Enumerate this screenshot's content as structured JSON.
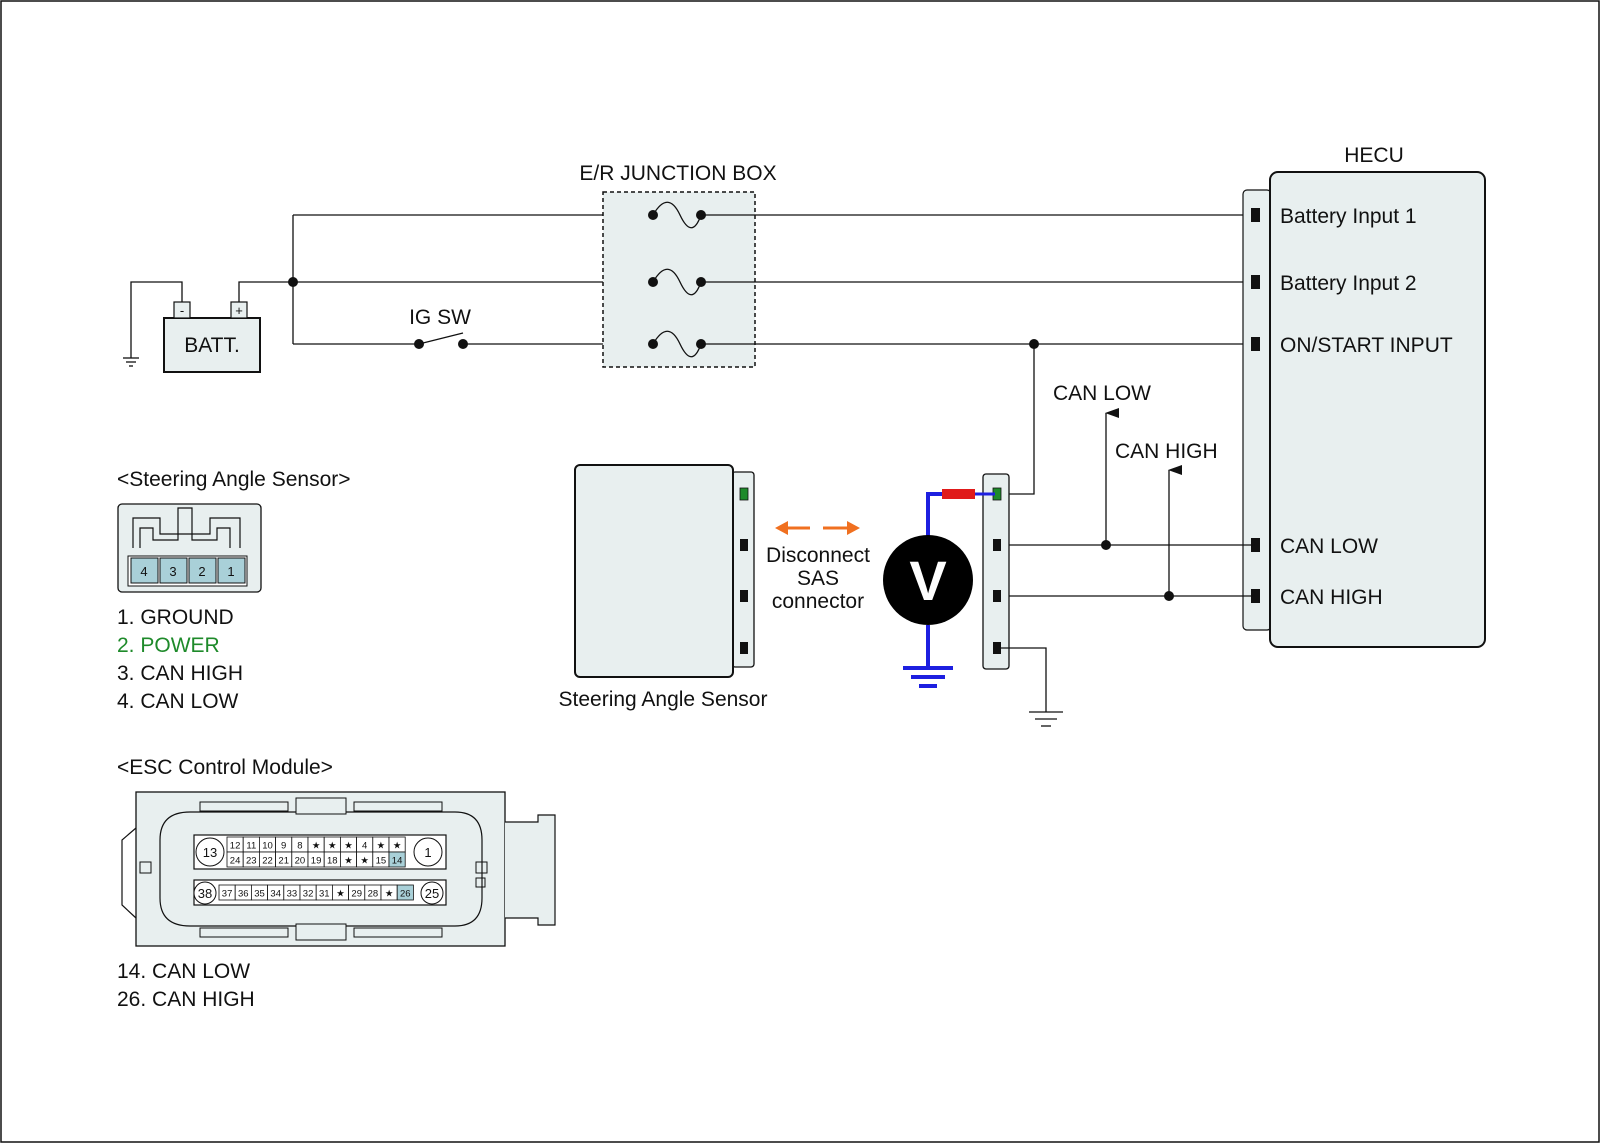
{
  "colors": {
    "panel_fill": "#e8efef",
    "pin_highlight": "#a9d0d8",
    "power_green": "#1e8a2a",
    "probe_blue": "#1d1fe0",
    "probe_red": "#e01a1a",
    "arrow_orange": "#f07020"
  },
  "junction_box": {
    "title": "E/R JUNCTION BOX"
  },
  "battery": {
    "label": "BATT.",
    "neg": "-",
    "pos": "+"
  },
  "ig_switch": {
    "label": "IG SW"
  },
  "hecu": {
    "title": "HECU",
    "pins": [
      "Battery Input 1",
      "Battery Input 2",
      "ON/START INPUT",
      "CAN LOW",
      "CAN HIGH"
    ]
  },
  "bus": {
    "can_low": "CAN LOW",
    "can_high": "CAN HIGH"
  },
  "sas": {
    "caption": "Steering Angle Sensor",
    "disconnect": [
      "Disconnect",
      "SAS",
      "connector"
    ]
  },
  "voltmeter": {
    "label": "V"
  },
  "sas_connector": {
    "title": "<Steering Angle Sensor>",
    "pin_numbers": [
      "4",
      "3",
      "2",
      "1"
    ],
    "legend": [
      "1. GROUND",
      "2. POWER",
      "3. CAN HIGH",
      "4. CAN LOW"
    ]
  },
  "esc_connector": {
    "title": "<ESC Control Module>",
    "big_pins": [
      "13",
      "1",
      "38",
      "25"
    ],
    "row1": [
      "12",
      "11",
      "10",
      "9",
      "8",
      "★",
      "★",
      "★",
      "4",
      "★",
      "★"
    ],
    "row2": [
      "24",
      "23",
      "22",
      "21",
      "20",
      "19",
      "18",
      "★",
      "★",
      "15",
      "14"
    ],
    "row3": [
      "37",
      "36",
      "35",
      "34",
      "33",
      "32",
      "31",
      "★",
      "29",
      "28",
      "★",
      "26"
    ],
    "legend": [
      "14. CAN LOW",
      "26. CAN HIGH"
    ]
  }
}
